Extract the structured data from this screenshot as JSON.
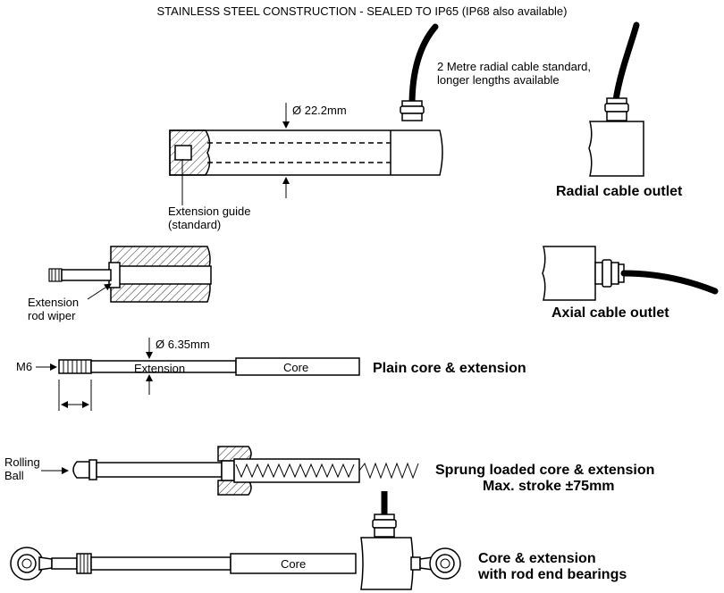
{
  "header": {
    "title": "STAINLESS STEEL CONSTRUCTION - SEALED TO IP65 (IP68 also available)"
  },
  "labels": {
    "cable_line1": "2 Metre radial cable standard,",
    "cable_line2": "longer lengths available",
    "body_diameter": "Ø 22.2mm",
    "guide_line1": "Extension guide",
    "guide_line2": "(standard)",
    "wiper_line1": "Extension",
    "wiper_line2": "rod wiper",
    "rod_diameter": "Ø 6.35mm",
    "thread": "M6",
    "extension": "Extension",
    "core": "Core",
    "rolling_line1": "Rolling",
    "rolling_line2": "Ball",
    "core_rod_end": "Core"
  },
  "captions": {
    "radial": "Radial cable outlet",
    "axial": "Axial cable outlet",
    "plain": "Plain core & extension",
    "sprung_line1": "Sprung loaded core & extension",
    "sprung_line2": "Max. stroke ±75mm",
    "rodend_line1": "Core & extension",
    "rodend_line2": "with rod end bearings"
  }
}
